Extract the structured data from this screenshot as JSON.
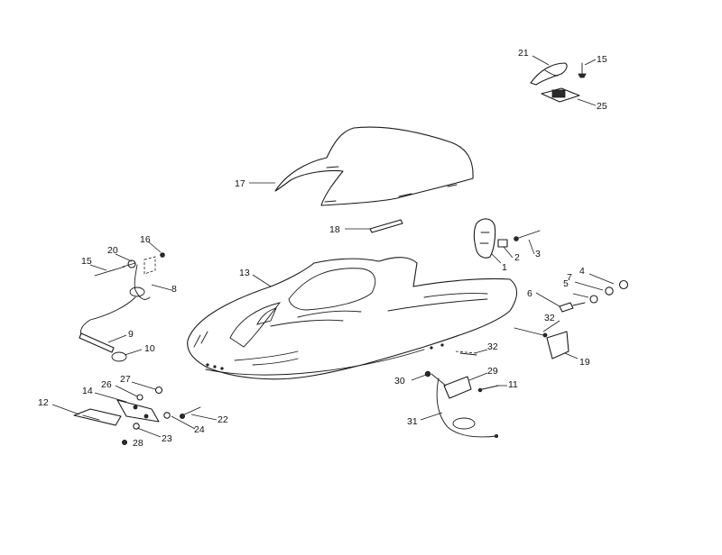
{
  "diagram": {
    "callouts": [
      {
        "id": "c1",
        "label": "1"
      },
      {
        "id": "c2",
        "label": "2"
      },
      {
        "id": "c3",
        "label": "3"
      },
      {
        "id": "c4",
        "label": "4"
      },
      {
        "id": "c5",
        "label": "5"
      },
      {
        "id": "c6",
        "label": "6"
      },
      {
        "id": "c7",
        "label": "7"
      },
      {
        "id": "c8",
        "label": "8"
      },
      {
        "id": "c9",
        "label": "9"
      },
      {
        "id": "c10",
        "label": "10"
      },
      {
        "id": "c11",
        "label": "11"
      },
      {
        "id": "c12",
        "label": "12"
      },
      {
        "id": "c13",
        "label": "13"
      },
      {
        "id": "c14",
        "label": "14"
      },
      {
        "id": "c15a",
        "label": "15"
      },
      {
        "id": "c15b",
        "label": "15"
      },
      {
        "id": "c16",
        "label": "16"
      },
      {
        "id": "c17",
        "label": "17"
      },
      {
        "id": "c18",
        "label": "18"
      },
      {
        "id": "c19",
        "label": "19"
      },
      {
        "id": "c20",
        "label": "20"
      },
      {
        "id": "c21",
        "label": "21"
      },
      {
        "id": "c22",
        "label": "22"
      },
      {
        "id": "c23",
        "label": "23"
      },
      {
        "id": "c24",
        "label": "24"
      },
      {
        "id": "c25",
        "label": "25"
      },
      {
        "id": "c26",
        "label": "26"
      },
      {
        "id": "c27",
        "label": "27"
      },
      {
        "id": "c28",
        "label": "28"
      },
      {
        "id": "c29",
        "label": "29"
      },
      {
        "id": "c30",
        "label": "30"
      },
      {
        "id": "c31",
        "label": "31"
      },
      {
        "id": "c32a",
        "label": "32"
      },
      {
        "id": "c32b",
        "label": "32"
      }
    ]
  }
}
